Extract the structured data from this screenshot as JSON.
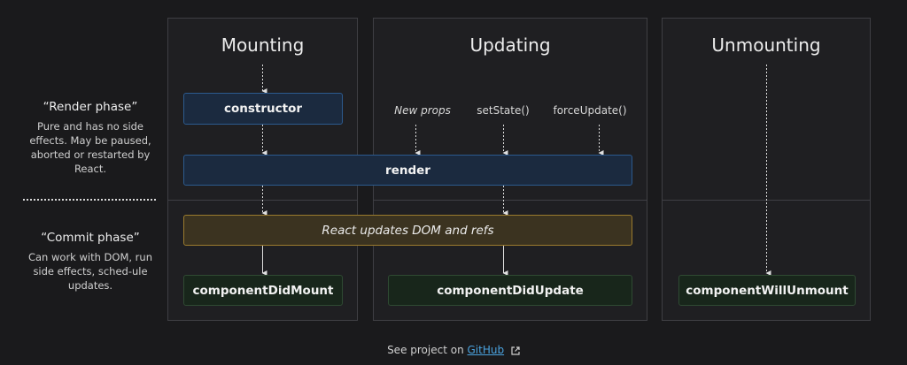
{
  "columns": {
    "mounting": {
      "title": "Mounting"
    },
    "updating": {
      "title": "Updating"
    },
    "unmounting": {
      "title": "Unmounting"
    }
  },
  "triggers": {
    "new_props": "New props",
    "set_state": "setState()",
    "force_update": "forceUpdate()"
  },
  "methods": {
    "constructor": "constructor",
    "render": "render",
    "react_updates": "React updates DOM and refs",
    "component_did_mount": "componentDidMount",
    "component_did_update": "componentDidUpdate",
    "component_will_unmount": "componentWillUnmount"
  },
  "phases": {
    "render": {
      "heading": "“Render phase”",
      "description": "Pure and has no side effects. May be paused, aborted or restarted by React."
    },
    "commit": {
      "heading": "“Commit phase”",
      "description": "Can work with DOM, run side effects, sched-ule updates."
    }
  },
  "footer": {
    "prefix": "See project on",
    "link_text": "GitHub",
    "link_icon": "external-link-icon"
  },
  "colors": {
    "background": "#1a1a1c",
    "render_box": "#1b2a3f",
    "render_border": "#2c5a8e",
    "commit_box": "#18261b",
    "dom_update_box": "#3b3320",
    "dom_update_border": "#9b7b2e",
    "link": "#4aa3df"
  }
}
